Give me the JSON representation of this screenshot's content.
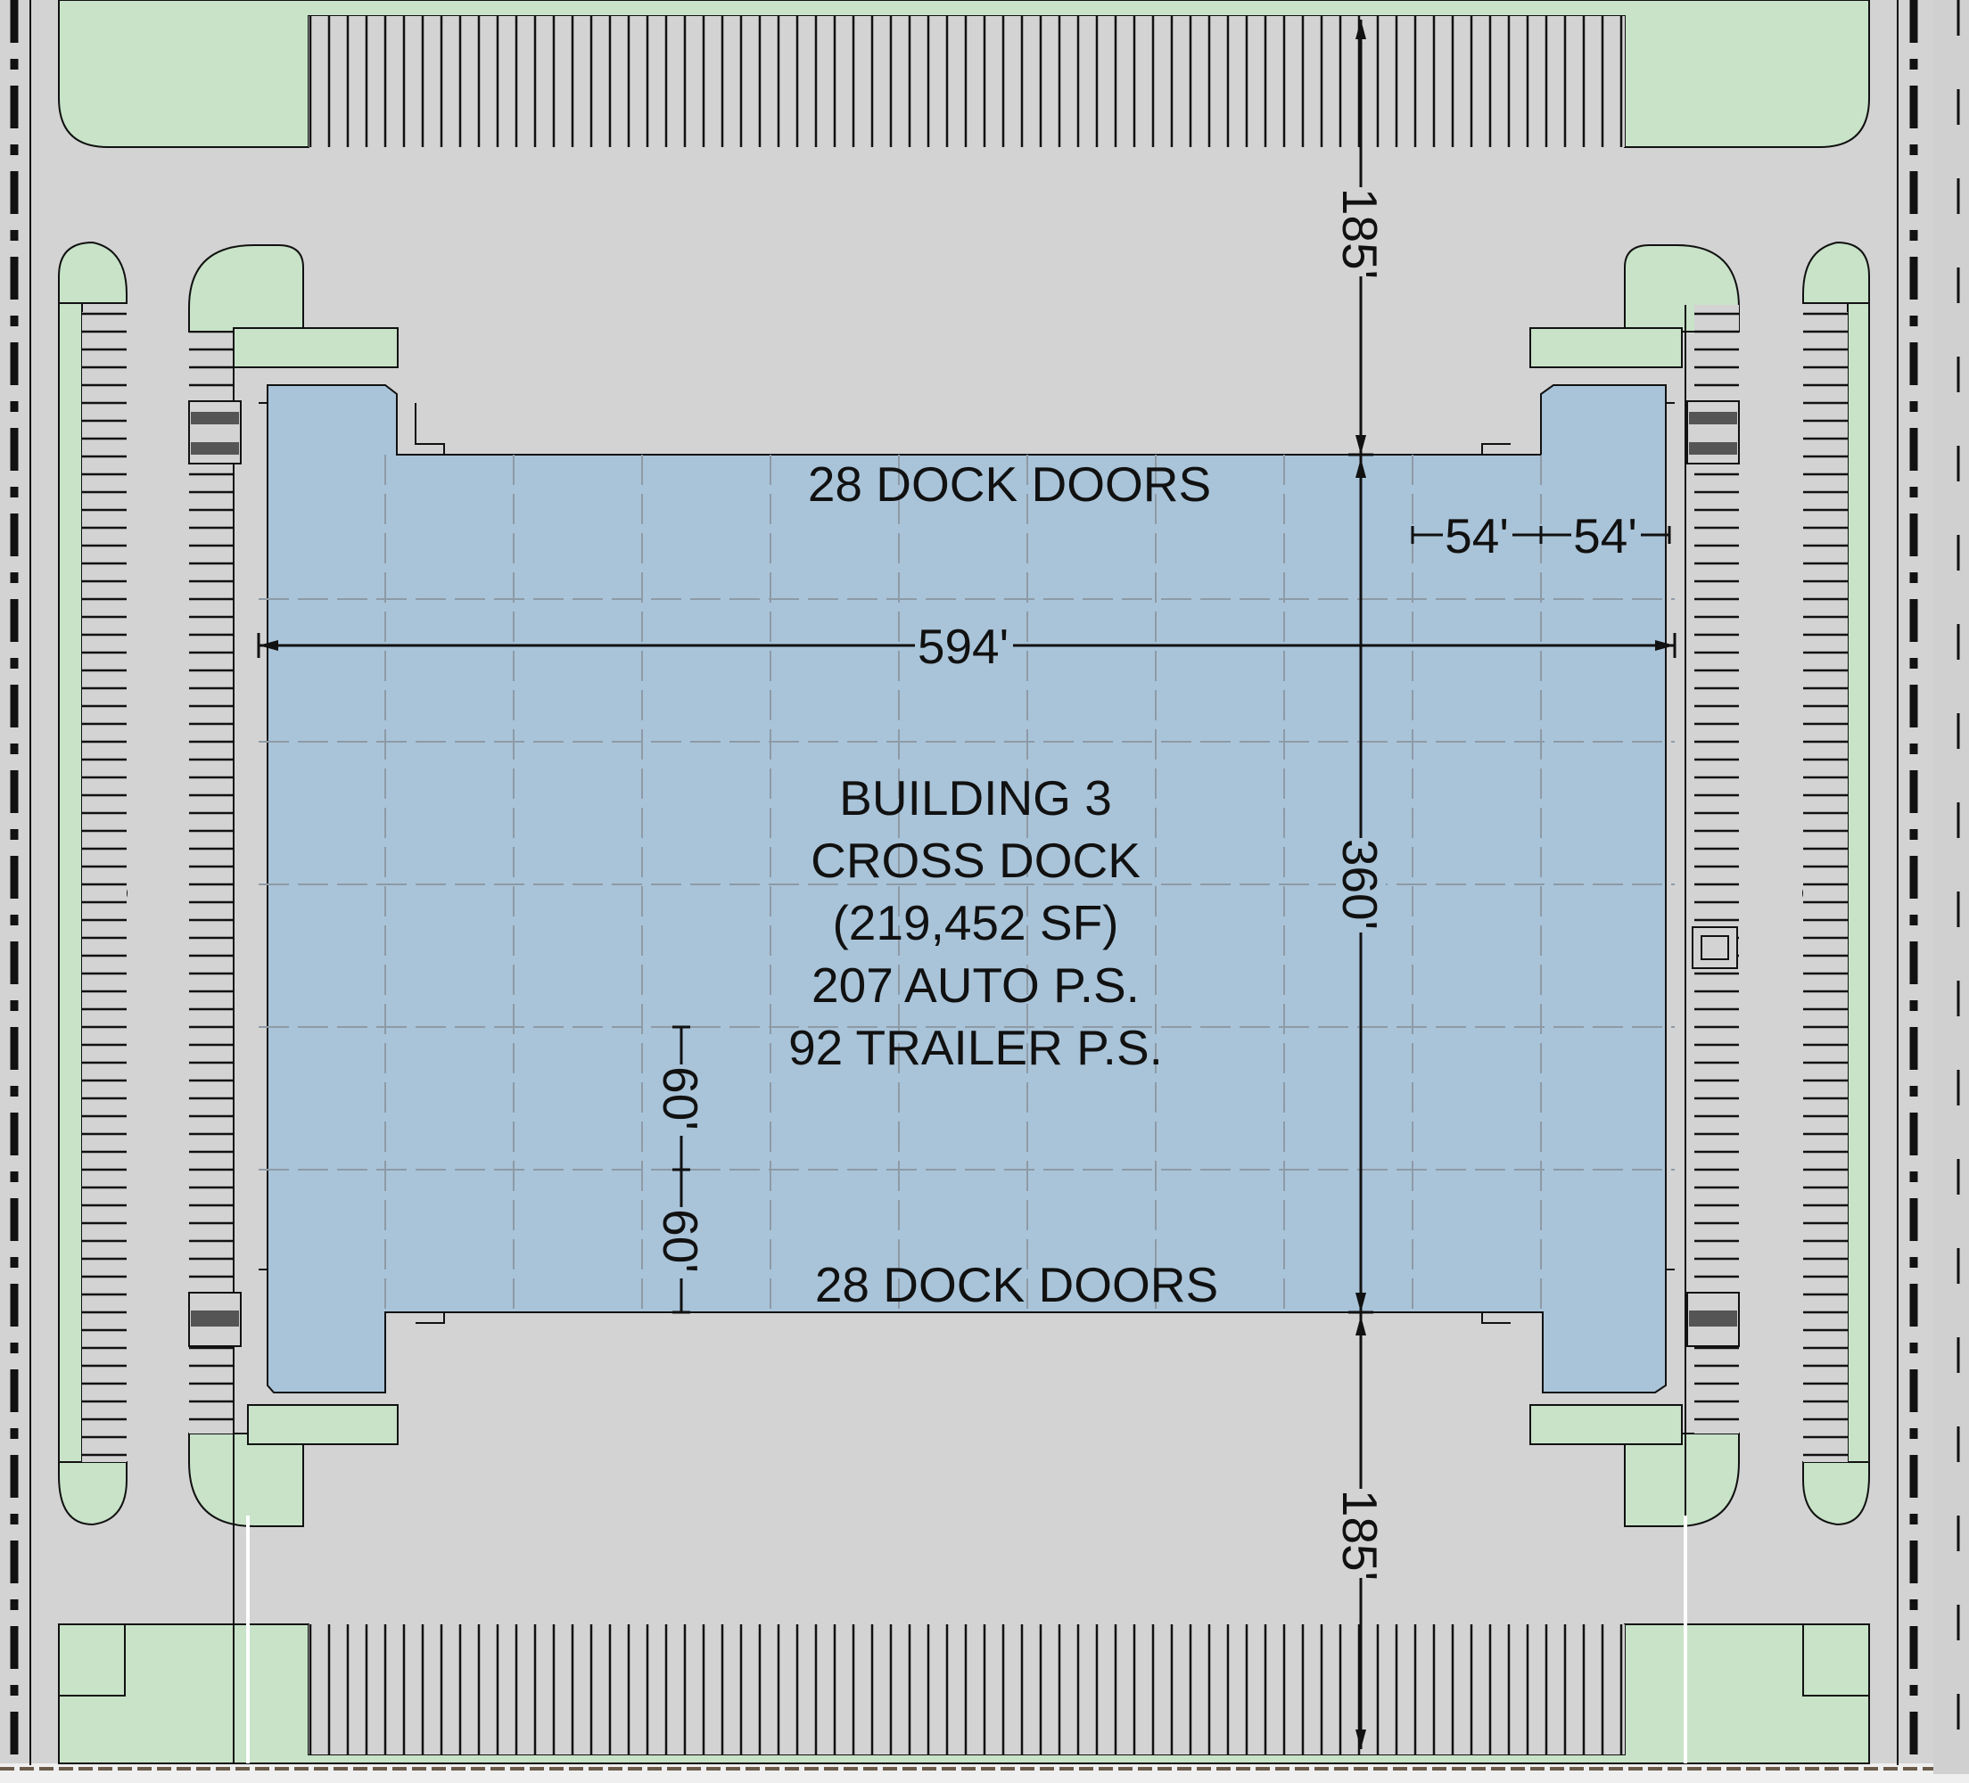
{
  "colors": {
    "pavement": "#d3d3d3",
    "landscape": "#c8e3c8",
    "building": "#a9c4d9",
    "line": "#111111",
    "grid": "#8e9aa6"
  },
  "building": {
    "name": "BUILDING 3",
    "type": "CROSS DOCK",
    "area": "(219,452 SF)",
    "auto_parking": "207 AUTO P.S.",
    "trailer_parking": "92 TRAILER P.S."
  },
  "dock_doors": {
    "north": "28 DOCK DOORS",
    "south": "28 DOCK DOORS"
  },
  "dimensions": {
    "building_width": "594'",
    "building_depth": "360'",
    "north_court": "185'",
    "south_court": "185'",
    "bay_width_1": "54'",
    "bay_width_2": "54'",
    "bay_depth_1": "60'",
    "bay_depth_2": "60'"
  }
}
